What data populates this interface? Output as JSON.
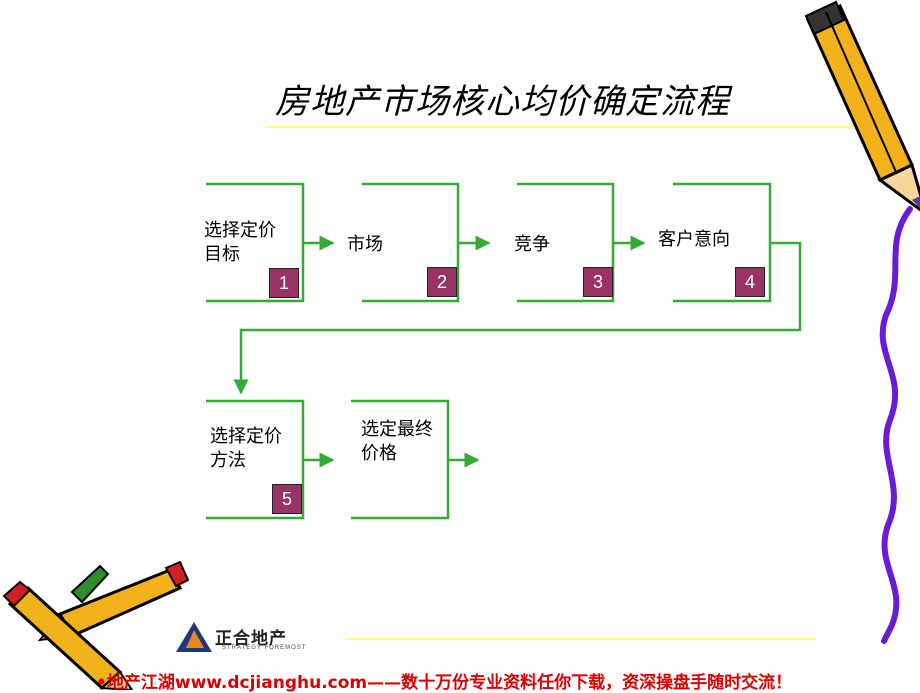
{
  "title": "房地产市场核心均价确定流程",
  "steps": [
    {
      "line1": "选择定价",
      "line2": "目标",
      "number": "1"
    },
    {
      "line1": "市场",
      "line2": "",
      "number": "2"
    },
    {
      "line1": "竞争",
      "line2": "",
      "number": "3"
    },
    {
      "line1": "客户意向",
      "line2": "",
      "number": "4"
    },
    {
      "line1": "选择定价",
      "line2": "方法",
      "number": "5"
    },
    {
      "line1": "选定最终",
      "line2": "价格",
      "number": ""
    }
  ],
  "logo": {
    "name": "正合地产",
    "tagline": "STRATEGY FOREMOST"
  },
  "footer": "•地产江湖www.dcjianghu.com——数十万份专业资料任你下载，资深操盘手随时交流！",
  "colors": {
    "connector": "#33aa33",
    "badge": "#993366",
    "rule": "#ffff66",
    "footer": "#dd0000"
  }
}
